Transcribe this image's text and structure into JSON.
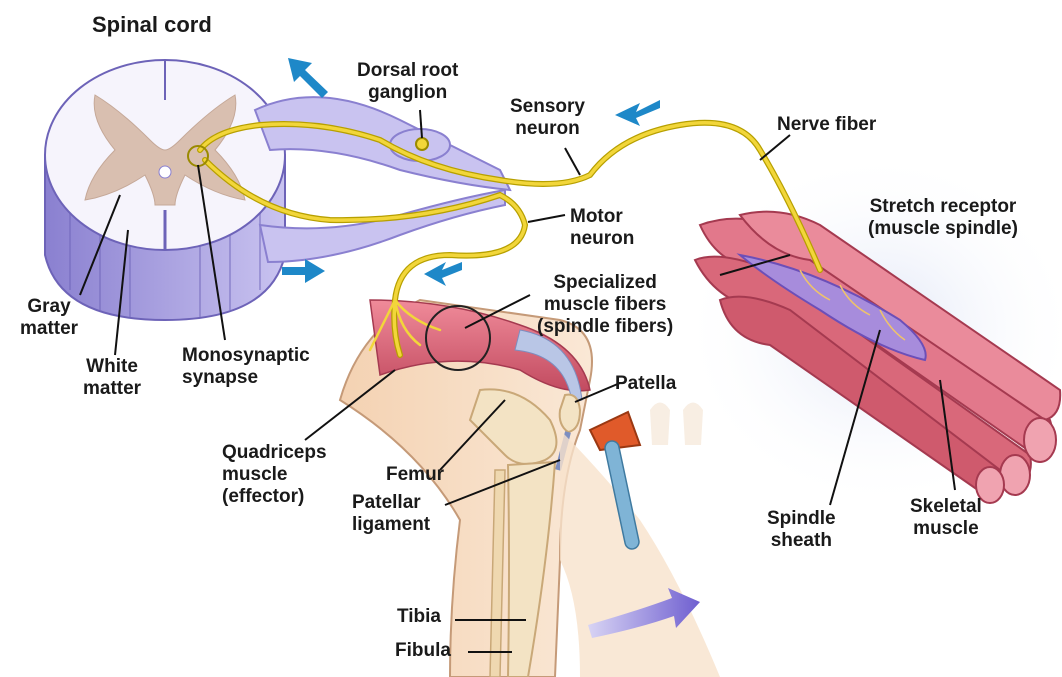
{
  "title": "Spinal cord",
  "labels": {
    "dorsal_root_ganglion": "Dorsal root\nganglion",
    "sensory_neuron": "Sensory\nneuron",
    "nerve_fiber": "Nerve fiber",
    "stretch_receptor": "Stretch receptor\n(muscle spindle)",
    "motor_neuron": "Motor\nneuron",
    "specialized_fibers": "Specialized\nmuscle fibers\n(spindle fibers)",
    "gray_matter": "Gray\nmatter",
    "white_matter": "White\nmatter",
    "monosynaptic_synapse": "Monosynaptic\nsynapse",
    "patella": "Patella",
    "quadriceps": "Quadriceps\nmuscle\n(effector)",
    "femur": "Femur",
    "patellar_ligament": "Patellar\nligament",
    "spindle_sheath": "Spindle\nsheath",
    "skeletal_muscle": "Skeletal\nmuscle",
    "tibia": "Tibia",
    "fibula": "Fibula"
  },
  "colors": {
    "neuron": "#f2d63a",
    "white_matter": "#b9b2e6",
    "gray_matter": "#d9bfb0",
    "muscle": "#d9687a",
    "skin": "#f7dcc0",
    "arrow": "#1e88c8",
    "halo": "#e3e8f6"
  }
}
